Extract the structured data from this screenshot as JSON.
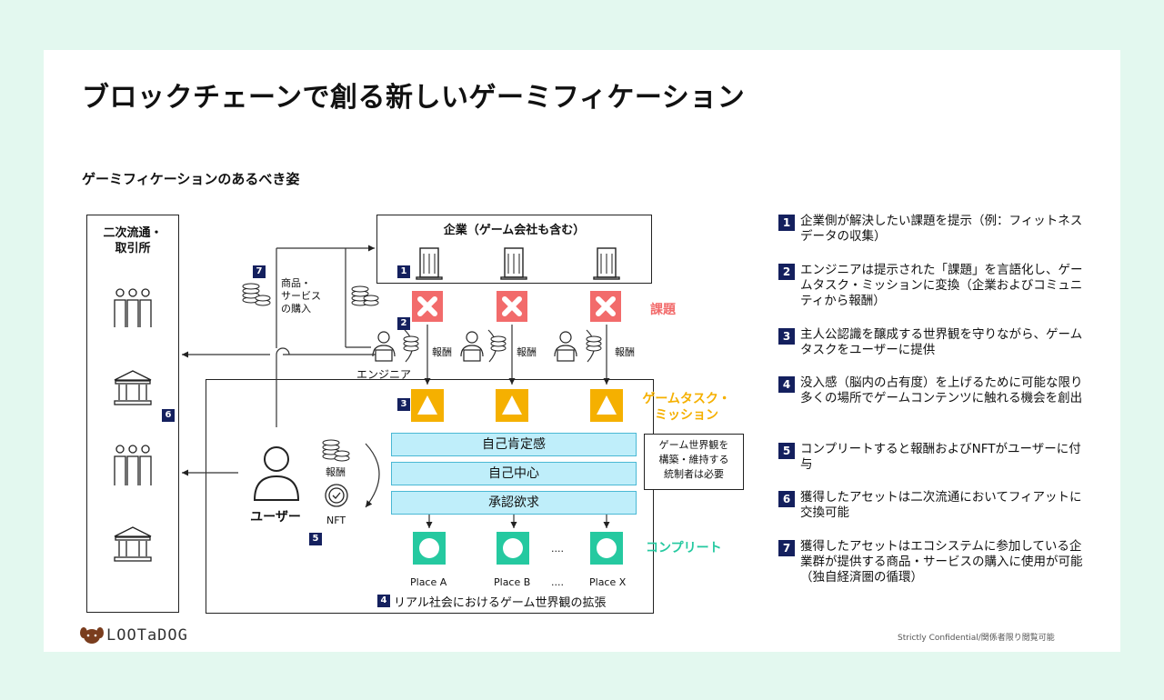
{
  "title": "ブロックチェーンで創る新しいゲーミフィケーション",
  "subtitle": "ゲーミフィケーションのあるべき姿",
  "exchange_label": "二次流通・\n取引所",
  "company_label": "企業（ゲーム会社も含む）",
  "purchase_label": "商品・\nサービス\nの購入",
  "engineer_label": "エンジニア",
  "reward_label": "報酬",
  "user_label": "ユーザー",
  "nft_label": "NFT",
  "issue_label": "課題",
  "game_task_label": "ゲームタスク・\nミッション",
  "complete_label": "コンプリート",
  "bands": [
    "自己肯定感",
    "自己中心",
    "承認欲求"
  ],
  "note_label": "ゲーム世界観を\n構築・維持する\n統制者は必要",
  "places": [
    "Place A",
    "Place B",
    "....",
    "Place X"
  ],
  "places_dots_top": "....",
  "bottom_caption": "リアル社会におけるゲーム世界観の拡張",
  "badges": {
    "b1": "1",
    "b2": "2",
    "b3": "3",
    "b4": "4",
    "b5": "5",
    "b6": "6",
    "b7": "7"
  },
  "steps": [
    {
      "num": "1",
      "text": "企業側が解決したい課題を提示（例：フィットネスデータの収集）"
    },
    {
      "num": "2",
      "text": "エンジニアは提示された「課題」を言語化し、ゲームタスク・ミッションに変換（企業およびコミュニティから報酬）"
    },
    {
      "num": "3",
      "text": "主人公認識を醸成する世界観を守りながら、ゲームタスクをユーザーに提供"
    },
    {
      "num": "4",
      "text": "没入感（脳内の占有度）を上げるために可能な限り多くの場所でゲームコンテンツに触れる機会を創出"
    },
    {
      "num": "5",
      "text": "コンプリートすると報酬およびNFTがユーザーに付与"
    },
    {
      "num": "6",
      "text": "獲得したアセットは二次流通においてフィアットに交換可能"
    },
    {
      "num": "7",
      "text": "獲得したアセットはエコシステムに参加している企業群が提供する商品・サービスの購入に使用が可能（独自経済圏の循環）"
    }
  ],
  "logo_text": "LOOTaDOG",
  "footer": "Strictly Confidential/関係者限り閲覧可能",
  "colors": {
    "background": "#e3f8ef",
    "navy": "#14205e",
    "red": "#f26b6b",
    "yellow": "#f5b000",
    "green": "#25c9a0",
    "band": "#bfeefa"
  },
  "icons": [
    "building-icon",
    "coin-stack-icon",
    "engineer-icon",
    "user-icon",
    "bank-icon",
    "people-group-icon",
    "nft-badge-icon",
    "x-icon",
    "triangle-icon",
    "circle-icon",
    "dog-logo-icon"
  ]
}
